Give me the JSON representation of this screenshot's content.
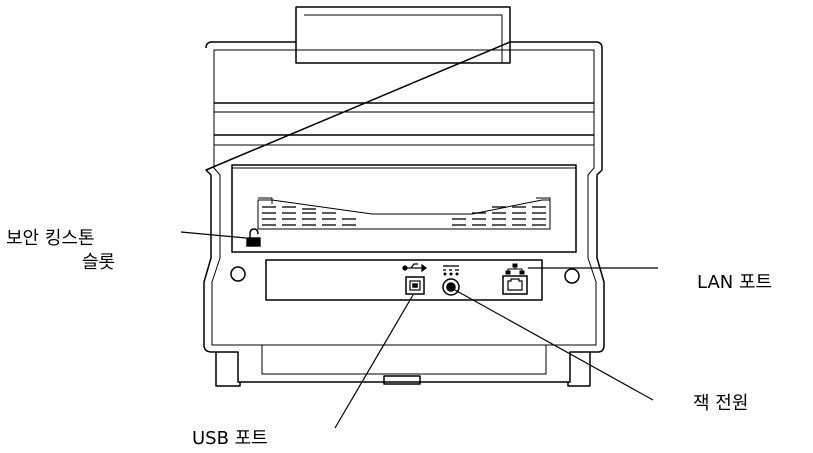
{
  "labels": {
    "kensington": [
      "보안 킹스톤",
      "슬롯"
    ],
    "lan": "LAN 포트",
    "power": "잭 전원",
    "usb": "USB 포트"
  },
  "colors": {
    "line": "#000000",
    "fill": "#ffffff"
  },
  "icons": [
    "lock-icon",
    "usb-icon",
    "dc-power-icon",
    "network-icon"
  ]
}
